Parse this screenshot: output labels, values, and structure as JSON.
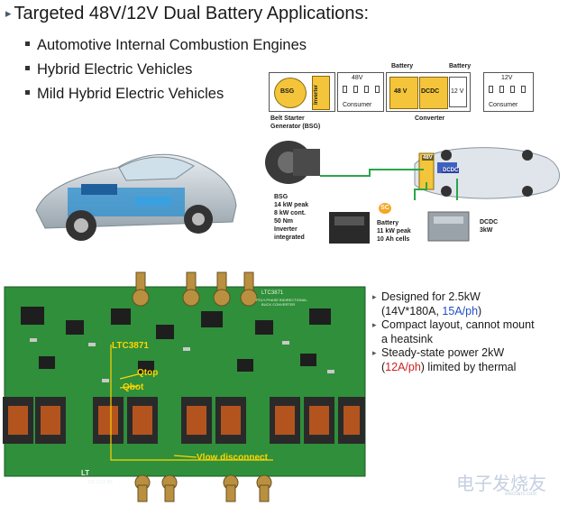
{
  "heading": "Targeted 48V/12V Dual Battery Applications:",
  "bullets": [
    "Automotive Internal Combustion Engines",
    "Hybrid Electric Vehicles",
    "Mild Hybrid Electric Vehicles"
  ],
  "diagram": {
    "bsg": "BSG",
    "inverter": "Inverter",
    "v48_top": "48V",
    "consumer": "Consumer",
    "battery_label_1": "Battery",
    "battery_label_2": "Battery",
    "v48_battery": "48 V",
    "dcdc": "DCDC",
    "v12_box": "12 V",
    "v12_top": "12V",
    "converter": "Converter",
    "bsg_caption_1": "Belt Starter",
    "bsg_caption_2": "Generator (BSG)"
  },
  "components": {
    "bsg_specs": [
      "BSG",
      "14 kW peak",
      "8 kW cont.",
      "50 Nm",
      "Inverter",
      "integrated"
    ],
    "battery_specs": [
      "Battery",
      "11 kW peak",
      "10 Ah cells"
    ],
    "dcdc_specs": [
      "DCDC",
      "3kW"
    ],
    "sc_logo": "SC",
    "car_labels": [
      "48V",
      "DCDC"
    ]
  },
  "board": {
    "label_ltc": "LTC3871",
    "label_qtop": "Qtop",
    "label_qbot": "Qbot",
    "label_vlow": "Vlow disconnect",
    "silk_top": "LTC3871",
    "silk_top_2": "POLY-PHASE BIDIRECTIONAL",
    "silk_top_3": "BUCK CONVERTER",
    "logo": "LT",
    "demo_id": "DC 2111 BE"
  },
  "specs": [
    {
      "parts": [
        {
          "t": "Designed for 2.5kW",
          "c": ""
        }
      ]
    },
    {
      "parts": [
        {
          "t": "(14V*180A, ",
          "c": ""
        },
        {
          "t": "15A/ph",
          "c": "blue"
        },
        {
          "t": ")",
          "c": ""
        }
      ]
    },
    {
      "parts": [
        {
          "t": "Compact layout, cannot mount",
          "c": ""
        }
      ]
    },
    {
      "parts": [
        {
          "t": "a heatsink",
          "c": ""
        }
      ]
    },
    {
      "parts": [
        {
          "t": "Steady-state power 2kW",
          "c": ""
        }
      ]
    },
    {
      "parts": [
        {
          "t": "(",
          "c": ""
        },
        {
          "t": "12A/ph",
          "c": "red"
        },
        {
          "t": ") limited by thermal",
          "c": ""
        }
      ]
    }
  ],
  "watermark": "电子发烧友",
  "watermark_latin": "elecfans.com",
  "colors": {
    "pcb": "#2f8f3a",
    "gold": "#f4c53a",
    "arrow": "#2aa64a",
    "blue_text": "#1f4fc8",
    "red_text": "#d02020"
  }
}
